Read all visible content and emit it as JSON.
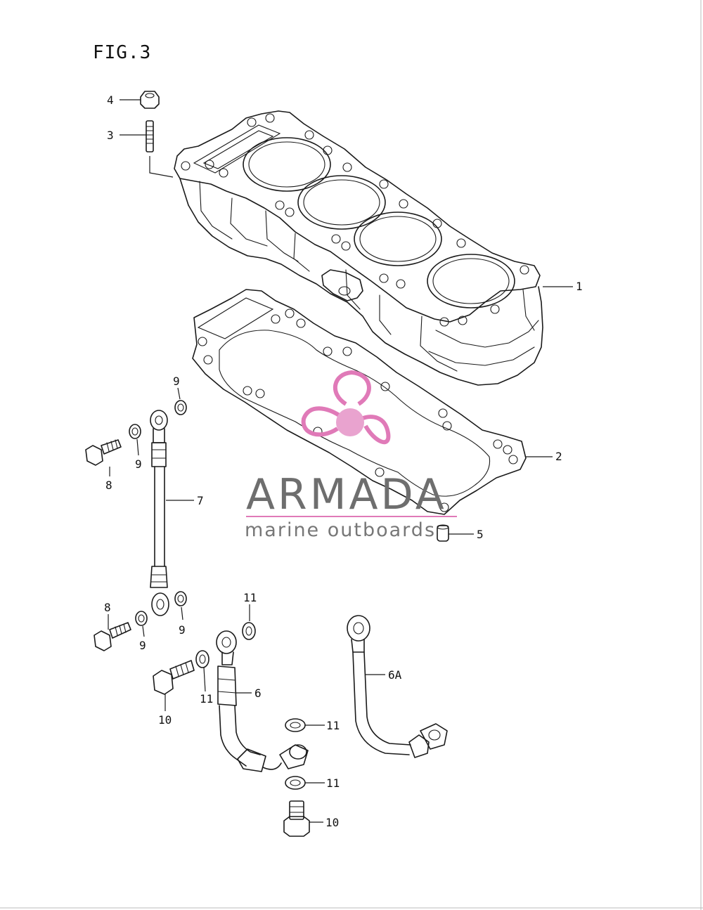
{
  "figure": {
    "title": "FIG.3"
  },
  "callouts": {
    "c1": "1",
    "c2": "2",
    "c3": "3",
    "c4": "4",
    "c5": "5",
    "c6": "6",
    "c6a": "6A",
    "c7": "7",
    "c8a": "8",
    "c8b": "8",
    "c9a": "9",
    "c9b": "9",
    "c9c": "9",
    "c9d": "9",
    "c10a": "10",
    "c10b": "10",
    "c11a": "11",
    "c11b": "11",
    "c11c": "11",
    "c11d": "11"
  },
  "watermark": {
    "brand": "ARMADA",
    "tagline": "marine outboards",
    "logo": "propeller-logo",
    "colors": {
      "logo_pink": "#e07ab8",
      "logo_fill": "#e9a3cf",
      "text_gray": "#6e6e6e",
      "rule_pink": "#e07ab8"
    }
  }
}
